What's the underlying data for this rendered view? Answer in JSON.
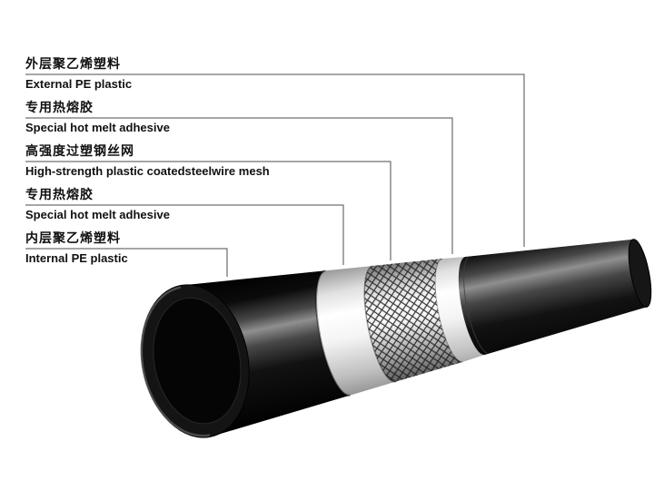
{
  "diagram": {
    "type": "pipe-layer-structure",
    "labels": [
      {
        "zh": "外层聚乙烯塑料",
        "en": "External PE plastic",
        "layer": "external-pe"
      },
      {
        "zh": "专用热熔胶",
        "en": "Special hot melt adhesive",
        "layer": "outer-adhesive"
      },
      {
        "zh": "高强度过塑钢丝网",
        "en": "High-strength plastic coatedsteelwire mesh",
        "layer": "steel-wire-mesh"
      },
      {
        "zh": "专用热熔胶",
        "en": "Special hot melt adhesive",
        "layer": "inner-adhesive"
      },
      {
        "zh": "内层聚乙烯塑料",
        "en": "Internal PE plastic",
        "layer": "internal-pe"
      }
    ],
    "colors": {
      "background": "#ffffff",
      "text": "#111111",
      "leader_line": "#4d4d4d",
      "pipe_dark": "#0a0a0a",
      "pipe_light": "#f5f5f5",
      "mesh_line": "#383838"
    }
  }
}
